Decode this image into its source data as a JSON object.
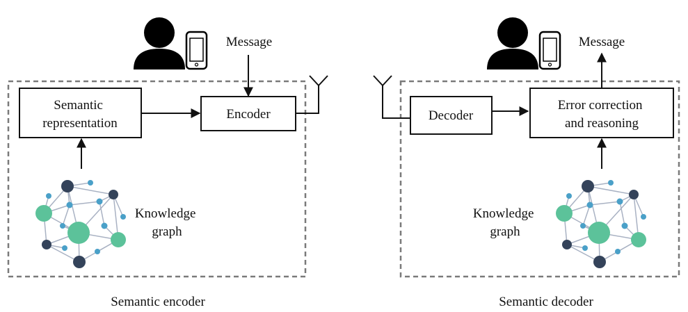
{
  "encoder": {
    "caption": "Semantic encoder",
    "message": "Message",
    "semantic_box": [
      "Semantic",
      "representation"
    ],
    "encoder_box": "Encoder",
    "kg_label": [
      "Knowledge",
      "graph"
    ]
  },
  "decoder": {
    "caption": "Semantic decoder",
    "message": "Message",
    "decoder_box": "Decoder",
    "correction_box": [
      "Error correction",
      "and reasoning"
    ],
    "kg_label": [
      "Knowledge",
      "graph"
    ]
  },
  "colors": {
    "dashed_border": "#7a7a7a",
    "graph_edge": "#a9b2c3",
    "node_dark": "#34435a",
    "node_green": "#5cc29a",
    "node_blue": "#4aa0c8",
    "person": "#000000"
  },
  "icons": [
    "person-icon",
    "smartphone-icon",
    "antenna-icon"
  ]
}
